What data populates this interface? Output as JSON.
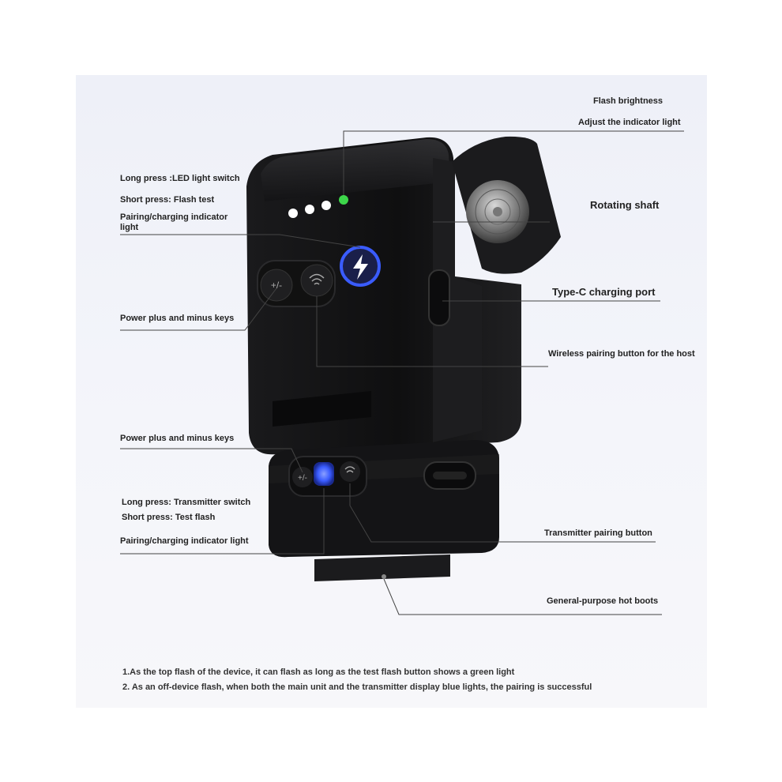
{
  "labels": {
    "flash_brightness": "Flash brightness",
    "adjust_indicator": "Adjust the indicator light",
    "long_press_led": "Long press :LED light switch",
    "short_press_flash": "Short press: Flash test",
    "pairing_indicator_top": "Pairing/charging indicator light",
    "rotating_shaft": "Rotating shaft",
    "type_c_port": "Type-C charging port",
    "power_keys_top": "Power plus and minus keys",
    "wireless_pairing": "Wireless pairing button for the host",
    "power_keys_bottom": "Power plus and minus keys",
    "long_press_transmitter": "Long press: Transmitter switch",
    "short_press_test": "Short press: Test flash",
    "pairing_indicator_bottom": "Pairing/charging indicator light",
    "transmitter_pairing": "Transmitter pairing button",
    "hot_boots": "General-purpose hot boots"
  },
  "notes": {
    "note1": "1.As the top flash of the device, it can flash as long as the test flash button shows a green light",
    "note2": "2. As an off-device flash, when both the main unit and the transmitter display blue lights, the pairing is successful"
  },
  "device": {
    "minus_plus_key": "+/-",
    "indicator_colors": {
      "green": "#3dd64a",
      "blue": "#3a5cff",
      "white": "#ffffff"
    }
  }
}
